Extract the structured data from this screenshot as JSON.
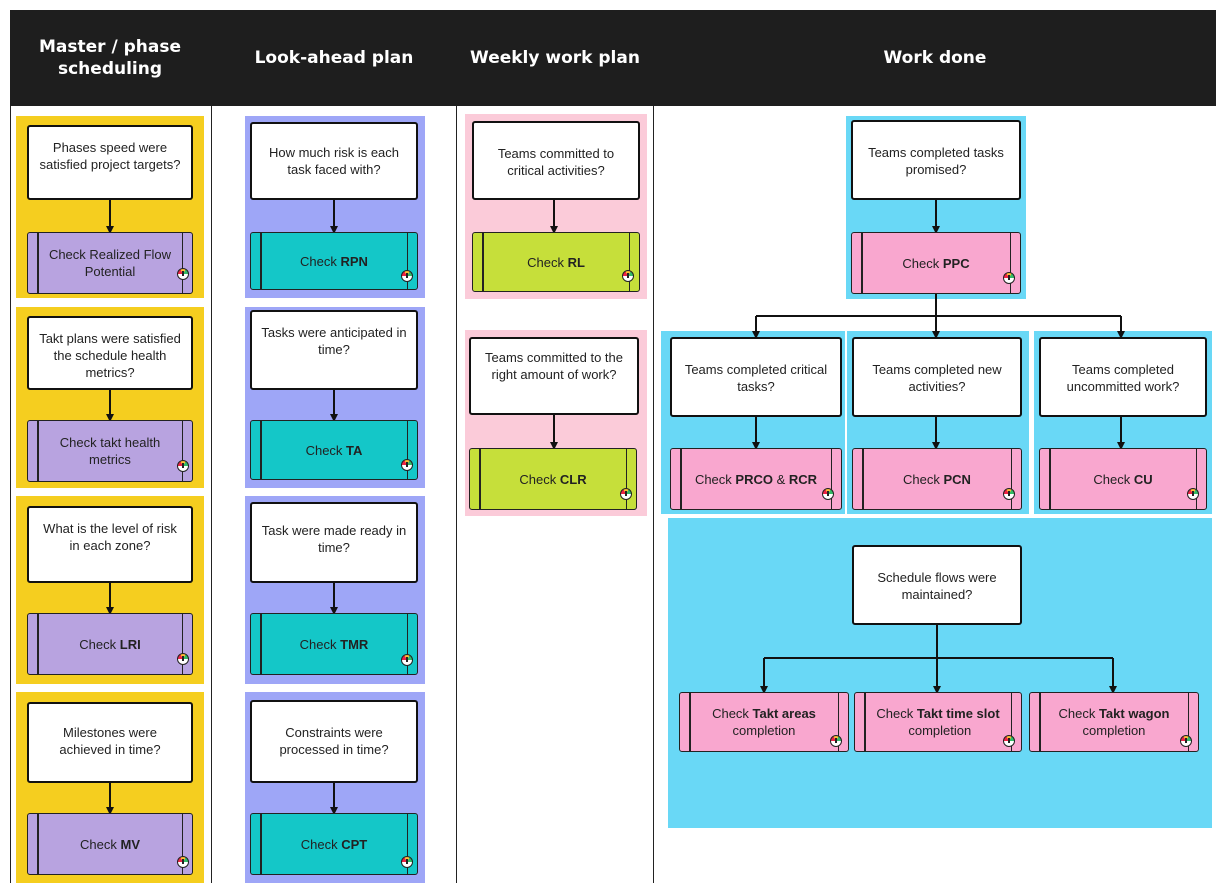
{
  "headers": {
    "master": "Master / phase scheduling",
    "lookahead": "Look-ahead plan",
    "weekly": "Weekly work plan",
    "workdone": "Work done"
  },
  "master": [
    {
      "question": "Phases speed were satisfied project targets?",
      "check_prefix": "Check Realized Flow Potential",
      "check_metric": ""
    },
    {
      "question": "Takt plans were satisfied the schedule health metrics?",
      "check_prefix": "Check takt health metrics",
      "check_metric": ""
    },
    {
      "question": "What is the level of risk in each zone?",
      "check_prefix": "Check ",
      "check_metric": "LRI"
    },
    {
      "question": "Milestones were achieved in time?",
      "check_prefix": "Check ",
      "check_metric": "MV"
    }
  ],
  "lookahead": [
    {
      "question": "How much risk is each task faced with?",
      "check_prefix": "Check ",
      "check_metric": "RPN"
    },
    {
      "question": "Tasks were anticipated in time?",
      "check_prefix": "Check ",
      "check_metric": "TA"
    },
    {
      "question": "Task were made ready in time?",
      "check_prefix": "Check ",
      "check_metric": "TMR"
    },
    {
      "question": "Constraints were processed in time?",
      "check_prefix": "Check ",
      "check_metric": "CPT"
    }
  ],
  "weekly": [
    {
      "question": "Teams committed to critical activities?",
      "check_prefix": "Check ",
      "check_metric": "RL"
    },
    {
      "question": "Teams committed to the right amount of work?",
      "check_prefix": "Check ",
      "check_metric": "CLR"
    }
  ],
  "workdone": {
    "top": {
      "question": "Teams completed tasks promised?",
      "check_prefix": "Check ",
      "check_metric": "PPC"
    },
    "subs": [
      {
        "question": "Teams completed critical tasks?",
        "check_prefix": "Check ",
        "check_metric": "PRCO",
        "check_mid": " & ",
        "check_metric2": "RCR"
      },
      {
        "question": "Teams completed new activities?",
        "check_prefix": "Check ",
        "check_metric": "PCN"
      },
      {
        "question": "Teams completed uncommitted work?",
        "check_prefix": "Check ",
        "check_metric": "CU"
      }
    ],
    "flow": {
      "question": "Schedule flows were maintained?"
    },
    "flow_checks": [
      {
        "pre": "Check ",
        "bold": "Takt areas",
        "post": "completion"
      },
      {
        "pre": "Check ",
        "bold": "Takt time slot",
        "post": " completion"
      },
      {
        "pre": "Check ",
        "bold": "Takt wagon",
        "post": "completion"
      }
    ]
  },
  "colors": {
    "header": "#1e1e1e",
    "master_bg": "#f5ce1f",
    "master_check": "#b8a3e0",
    "lookahead_bg": "#9ea6f7",
    "lookahead_check": "#14c7c8",
    "weekly_bg": "#fbcbd9",
    "weekly_check": "#c6df3a",
    "workdone_bg": "#69d8f6",
    "workdone_check": "#f9a7cf"
  },
  "icons": [
    "gauge-icon",
    "arrow-down-icon"
  ]
}
